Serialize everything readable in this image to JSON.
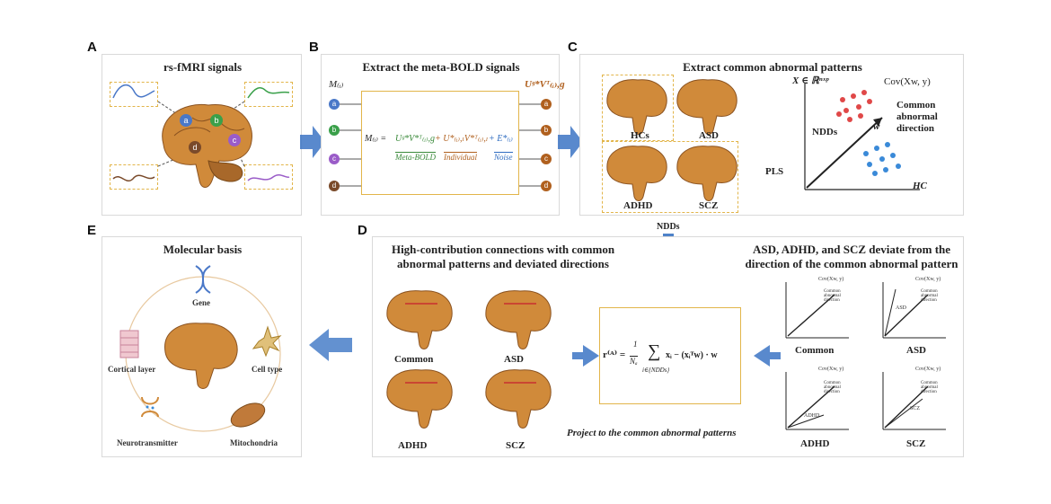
{
  "panels": {
    "A": {
      "label": "A",
      "title": "rs-fMRI signals",
      "nodes": [
        "a",
        "b",
        "c",
        "d"
      ]
    },
    "B": {
      "label": "B",
      "title": "Extract the meta-BOLD signals",
      "m_label": "M₍ᵢ₎",
      "u_label": "Uᵍ*Vᵀ₍ᵢ₎,g",
      "eq_lhs": "M₍ᵢ₎ =",
      "eq_meta": "Uᵍ*V*ᵀ₍ᵢ₎,g",
      "eq_ind": "+ U*₍ᵢ₎,ₗV*ᵀ₍ᵢ₎,ₗ",
      "eq_noise": "+ E*₍ᵢ₎",
      "meta": "Meta-BOLD",
      "individual": "Individual",
      "noise": "Noise",
      "nodes": [
        "a",
        "b",
        "c",
        "d"
      ]
    },
    "C": {
      "label": "C",
      "title": "Extract common abnormal patterns",
      "groups": [
        "HCs",
        "ASD",
        "ADHD",
        "SCZ"
      ],
      "pls": "PLS",
      "x_space": "X ∈ ℝⁿˣᵖ",
      "cov": "Cov(Xw, y)",
      "ndds": "NDDs",
      "w": "w",
      "common1": "Common",
      "common2": "abnormal",
      "common3": "direction",
      "hc": "HC"
    },
    "D": {
      "label": "D",
      "left_title1": "High-contribution connections with common",
      "left_title2": "abnormal patterns and deviated directions",
      "right_title1": "ASD, ADHD, and SCZ deviate from the",
      "right_title2": "direction of the common abnormal pattern",
      "brains": [
        "Common",
        "ASD",
        "ADHD",
        "SCZ"
      ],
      "formula_lhs": "r⁽ᴬ⁾ =",
      "formula_frac_num": "1",
      "formula_frac_den": "Nₐ",
      "formula_sum": "∑",
      "formula_sub": "i∈{NDDs}",
      "formula_rhs": "xᵢ − (xᵢᵀw) · w",
      "project": "Project to the common abnormal patterns",
      "mini_labels": [
        "Common",
        "ASD",
        "ADHD",
        "SCZ"
      ],
      "mini_cov": "Cov(Xw, y)",
      "mini_common": "Common abnormal direction",
      "mini_w": "w",
      "mini_asd": "ASD",
      "mini_adhd": "ADHD",
      "mini_scz": "SCZ"
    },
    "E": {
      "label": "E",
      "title": "Molecular basis",
      "items": [
        "Gene",
        "Cell type",
        "Mitochondria",
        "Neurotransmitter",
        "Cortical layer"
      ]
    }
  },
  "ndds_arrow": "NDDs",
  "colors": {
    "node_a": "#4a78c8",
    "node_b": "#3aa04a",
    "node_c": "#9a5cc8",
    "node_d": "#7a4a2a",
    "brain": "#d08a3a",
    "brain_dark": "#a8682a",
    "dash": "#e2b54a",
    "arrow": "#2f6cc0",
    "red": "#e04848",
    "blue": "#3a8ad8"
  }
}
